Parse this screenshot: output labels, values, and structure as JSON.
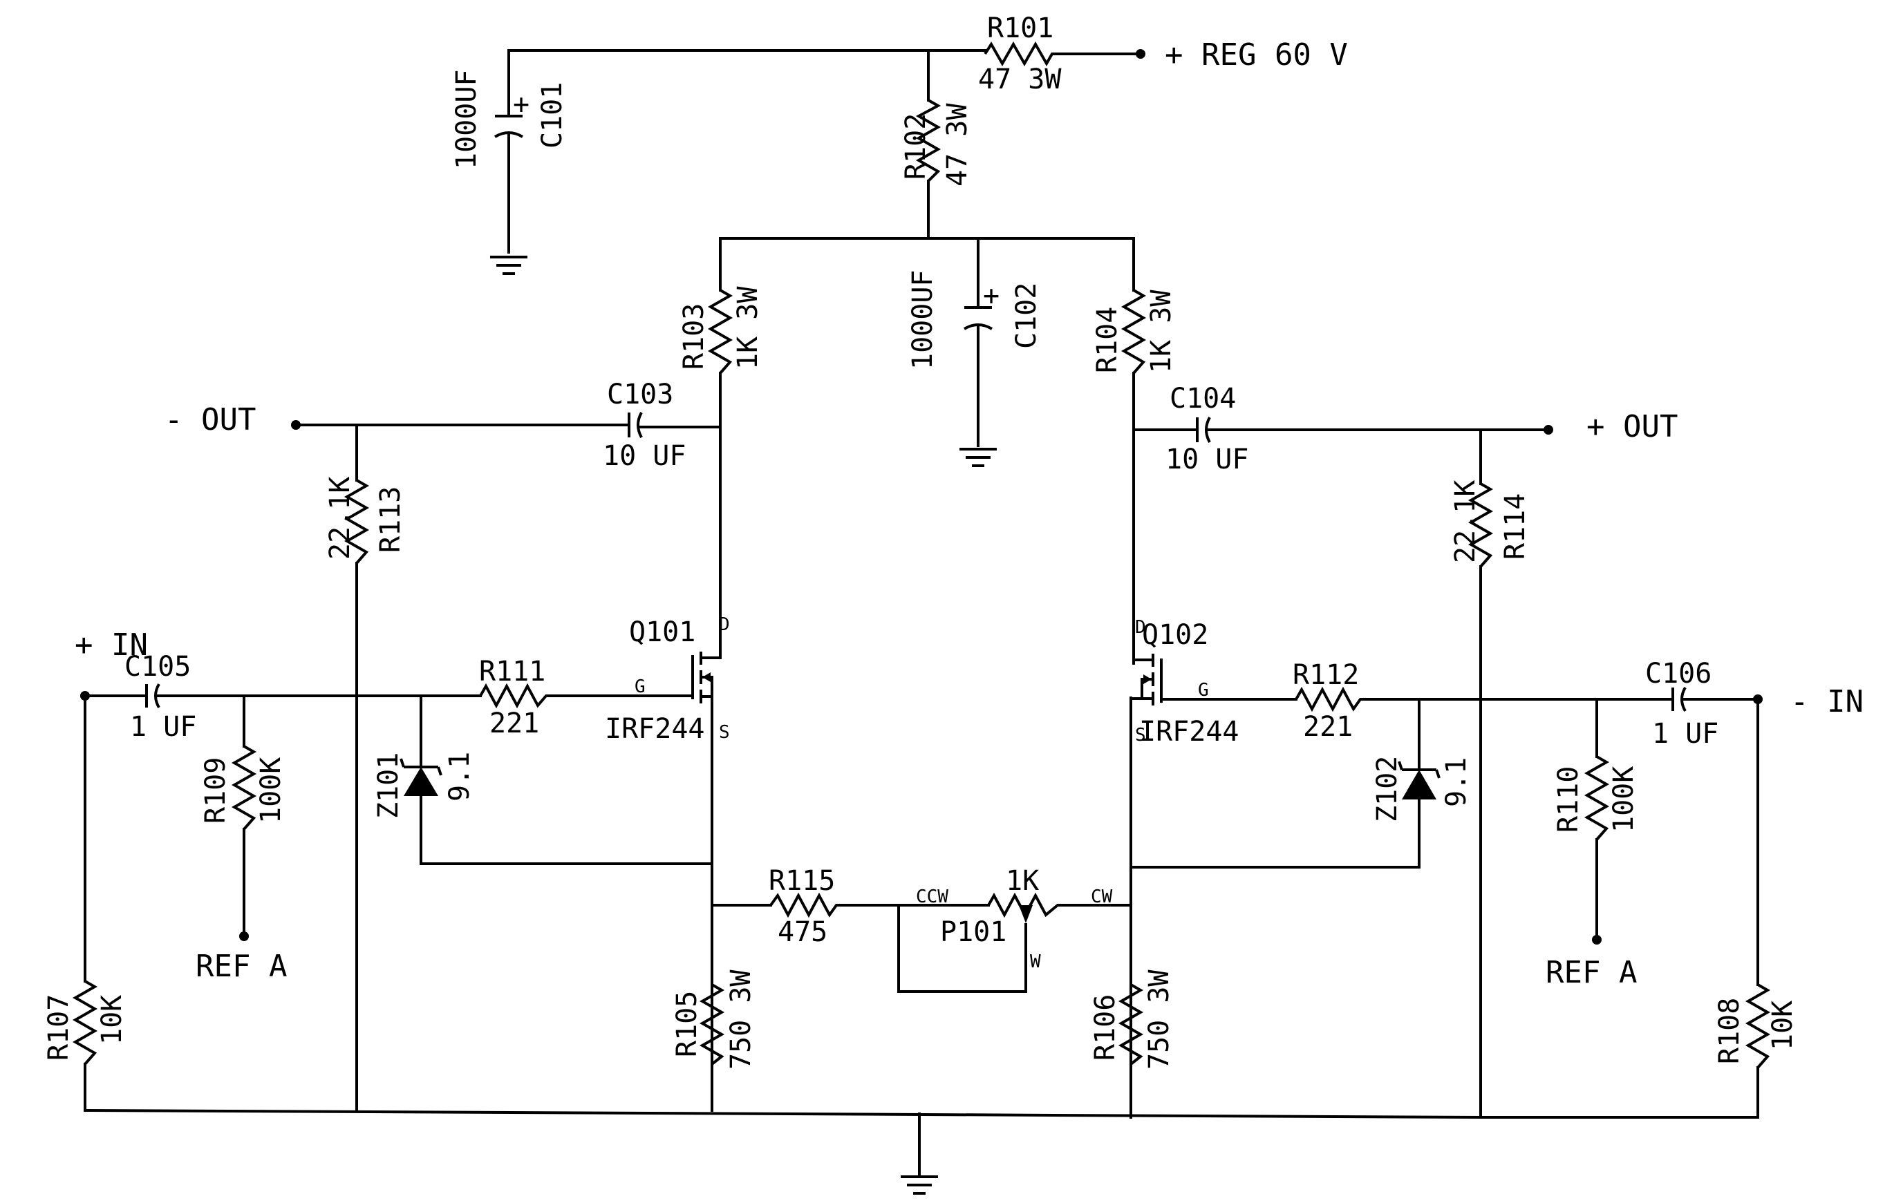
{
  "supply": {
    "label": "+ REG 60 V"
  },
  "outputs": {
    "minus": "- OUT",
    "plus": "+ OUT"
  },
  "inputs": {
    "plus": "+ IN",
    "minus": "- IN"
  },
  "refs": {
    "left": "REF A",
    "right": "REF A"
  },
  "resistors": {
    "R101": {
      "ref": "R101",
      "value": "47 3W"
    },
    "R102": {
      "ref": "R102",
      "value": "47 3W"
    },
    "R103": {
      "ref": "R103",
      "value": "1K 3W"
    },
    "R104": {
      "ref": "R104",
      "value": "1K 3W"
    },
    "R105": {
      "ref": "R105",
      "value": "750 3W"
    },
    "R106": {
      "ref": "R106",
      "value": "750 3W"
    },
    "R107": {
      "ref": "R107",
      "value": "10K"
    },
    "R108": {
      "ref": "R108",
      "value": "10K"
    },
    "R109": {
      "ref": "R109",
      "value": "100K"
    },
    "R110": {
      "ref": "R110",
      "value": "100K"
    },
    "R111": {
      "ref": "R111",
      "value": "221"
    },
    "R112": {
      "ref": "R112",
      "value": "221"
    },
    "R113": {
      "ref": "R113",
      "value": "22.1K"
    },
    "R114": {
      "ref": "R114",
      "value": "22.1K"
    },
    "R115": {
      "ref": "R115",
      "value": "475"
    }
  },
  "capacitors": {
    "C101": {
      "ref": "C101",
      "value": "1000UF"
    },
    "C102": {
      "ref": "C102",
      "value": "1000UF"
    },
    "C103": {
      "ref": "C103",
      "value": "10 UF"
    },
    "C104": {
      "ref": "C104",
      "value": "10 UF"
    },
    "C105": {
      "ref": "C105",
      "value": "1 UF"
    },
    "C106": {
      "ref": "C106",
      "value": "1 UF"
    }
  },
  "zeners": {
    "Z101": {
      "ref": "Z101",
      "value": "9.1"
    },
    "Z102": {
      "ref": "Z102",
      "value": "9.1"
    }
  },
  "transistors": {
    "Q101": {
      "ref": "Q101",
      "part": "IRF244",
      "pin_d": "D",
      "pin_g": "G",
      "pin_s": "S"
    },
    "Q102": {
      "ref": "Q102",
      "part": "IRF244",
      "pin_d": "D",
      "pin_g": "G",
      "pin_s": "S"
    }
  },
  "pot": {
    "ref": "P101",
    "value": "1K",
    "ccw": "CCW",
    "cw": "CW",
    "wiper": "W"
  },
  "polarity_mark": "+"
}
